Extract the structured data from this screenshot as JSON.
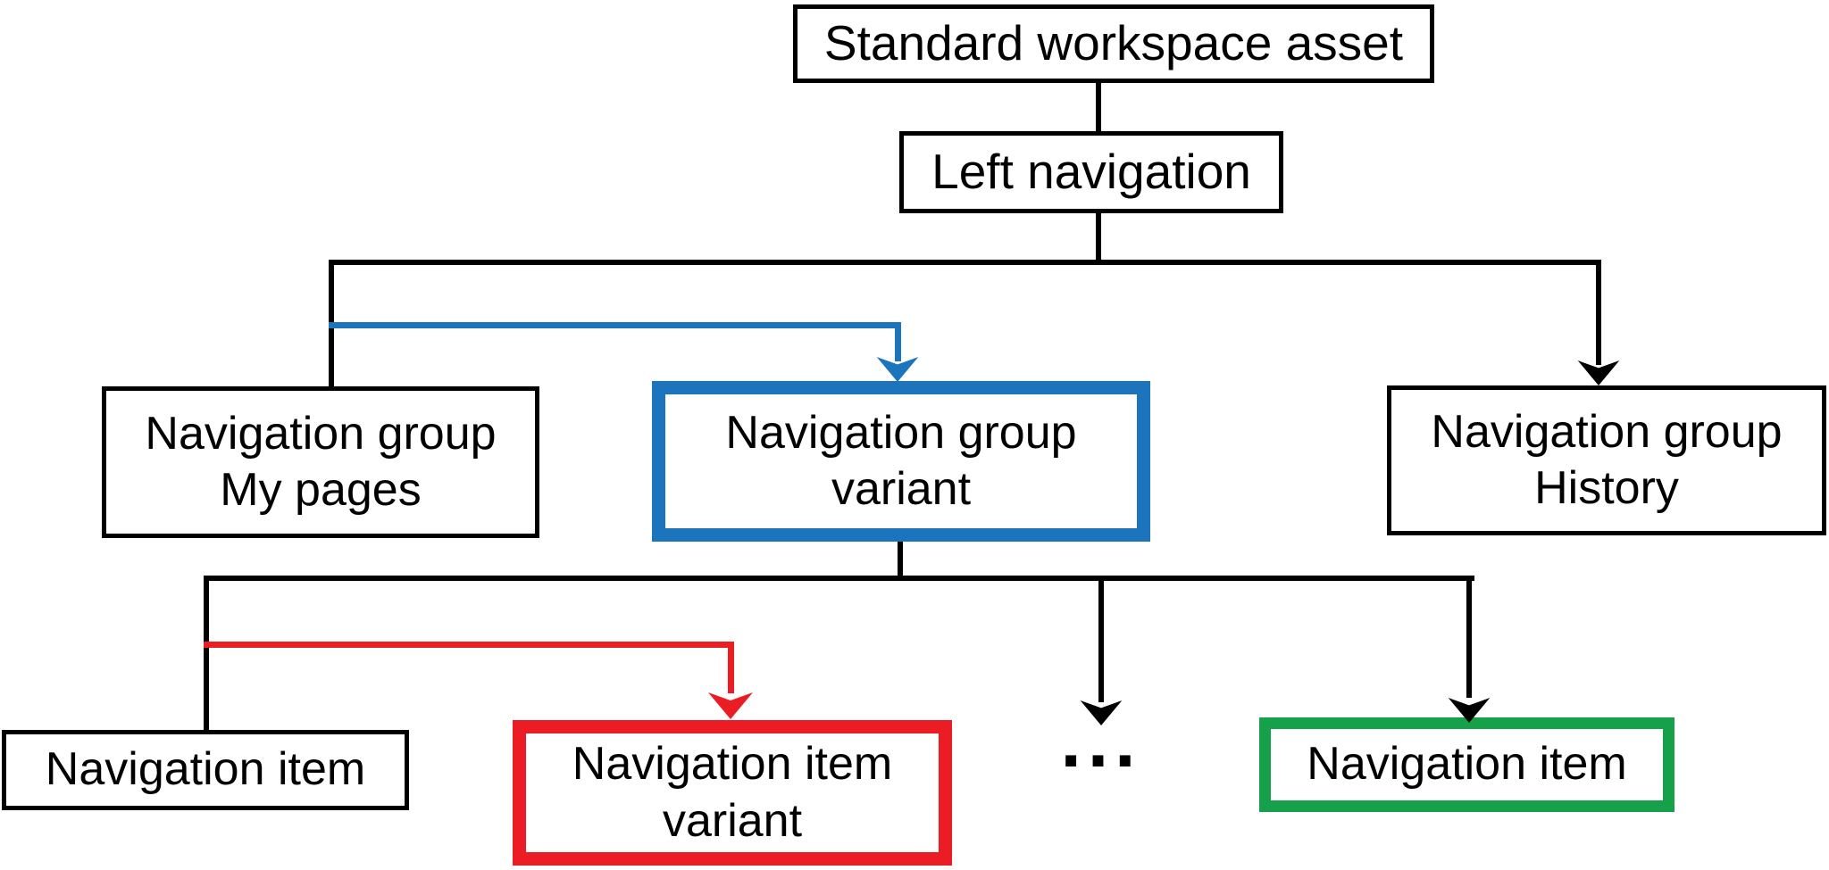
{
  "diagram": {
    "nodes": {
      "standard_workspace_asset": {
        "label": "Standard workspace asset",
        "border_color": "#000000"
      },
      "left_navigation": {
        "label": "Left navigation",
        "border_color": "#000000"
      },
      "nav_group_my_pages": {
        "line1": "Navigation group",
        "line2": "My pages",
        "border_color": "#000000"
      },
      "nav_group_variant": {
        "line1": "Navigation group",
        "line2": "variant",
        "border_color": "#1C75BC"
      },
      "nav_group_history": {
        "line1": "Navigation group",
        "line2": "History",
        "border_color": "#000000"
      },
      "nav_item_left": {
        "label": "Navigation item",
        "border_color": "#000000"
      },
      "nav_item_variant": {
        "line1": "Navigation item",
        "line2": "variant",
        "border_color": "#EC1C24"
      },
      "ellipsis": {
        "label": "..."
      },
      "nav_item_right": {
        "label": "Navigation item",
        "border_color": "#17A04A"
      }
    },
    "edges": [
      {
        "from": "standard_workspace_asset",
        "to": "left_navigation",
        "color": "black",
        "arrowhead": false
      },
      {
        "from": "left_navigation",
        "to": "nav_group_my_pages",
        "color": "black",
        "arrowhead": false
      },
      {
        "from": "left_navigation",
        "to": "nav_group_variant",
        "color": "blue",
        "arrowhead": true
      },
      {
        "from": "left_navigation",
        "to": "nav_group_history",
        "color": "black",
        "arrowhead": true
      },
      {
        "from": "nav_group_variant",
        "to": "nav_item_left",
        "color": "black",
        "arrowhead": false
      },
      {
        "from": "nav_group_variant",
        "to": "nav_item_variant",
        "color": "red",
        "arrowhead": true
      },
      {
        "from": "nav_group_variant",
        "to": "ellipsis",
        "color": "black",
        "arrowhead": true
      },
      {
        "from": "nav_group_variant",
        "to": "nav_item_right",
        "color": "black",
        "arrowhead": true
      }
    ],
    "colors": {
      "black": "#000000",
      "blue": "#1C75BC",
      "red": "#EC1C24",
      "green": "#17A04A",
      "background": "#FFFFFF",
      "text": "#000000"
    }
  }
}
